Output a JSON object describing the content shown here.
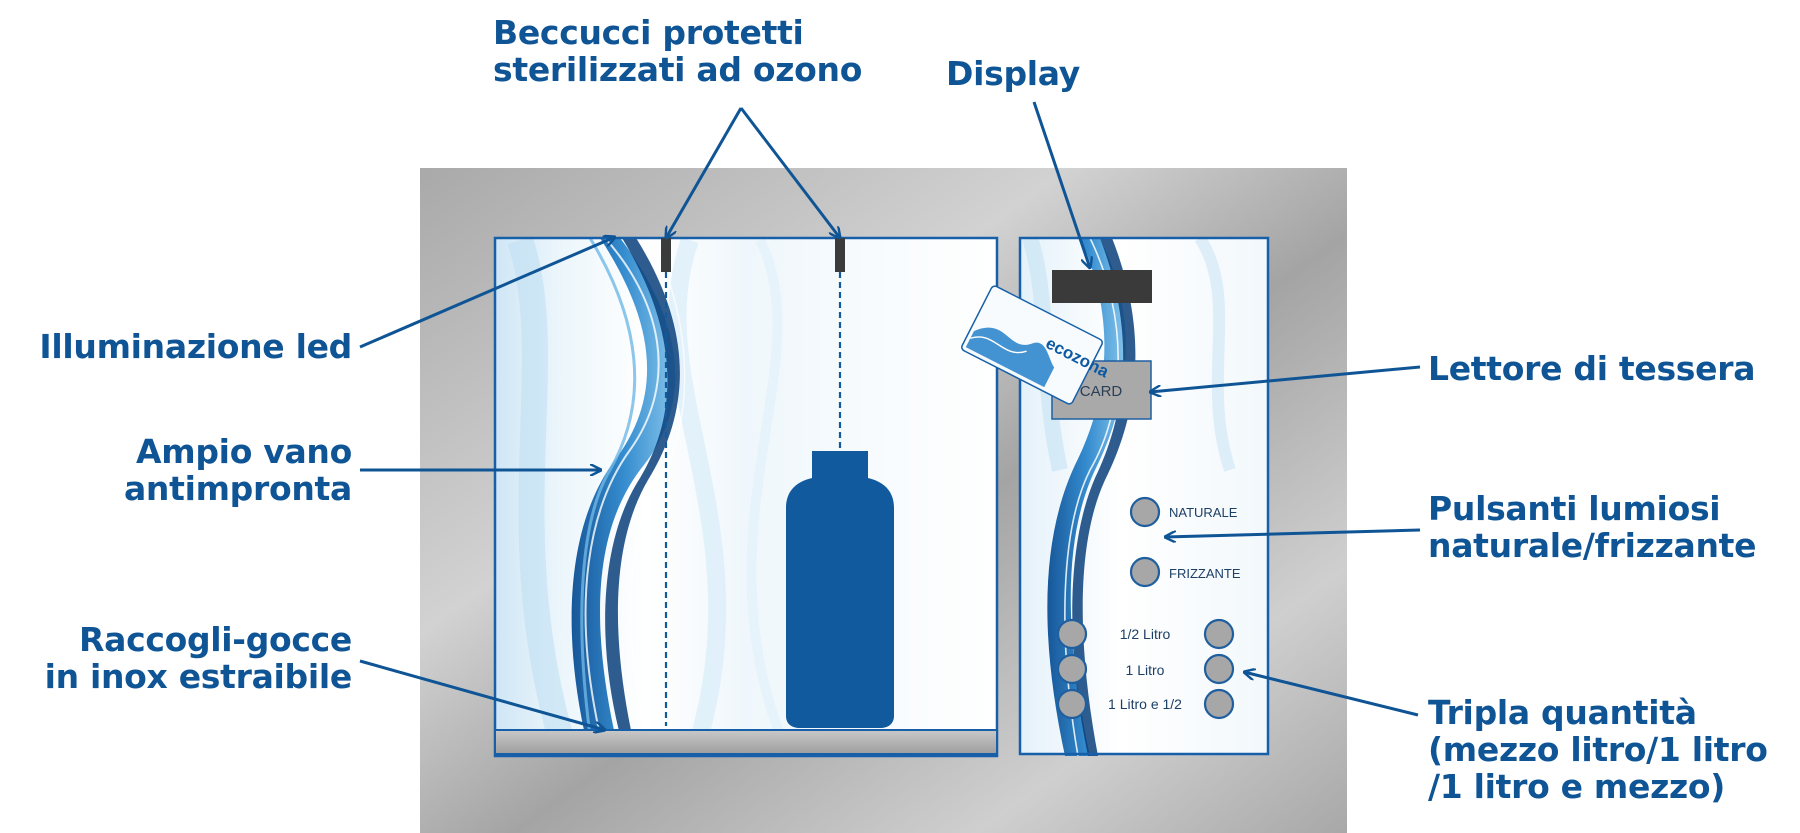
{
  "colors": {
    "label": "#0f5596",
    "arrow": "#0f5596",
    "frame_gray": "#b4b4b4",
    "panel_border": "#175fa8",
    "button_fill": "#a7a7a7",
    "bottle": "#125a9e",
    "display": "#3a3a3a"
  },
  "labels": {
    "nozzles": [
      "Beccucci protetti",
      "sterilizzati ad ozono"
    ],
    "display": "Display",
    "led": "Illuminazione led",
    "compartment": [
      "Ampio vano",
      "antimpronta"
    ],
    "drip_tray": [
      "Raccogli-gocce",
      "in inox estraibile"
    ],
    "card_reader": "Lettore di tessera",
    "buttons": [
      "Pulsanti lumiosi",
      "naturale/frizzante"
    ],
    "quantity": [
      "Tripla quantità",
      "(mezzo litro/1 litro",
      "/1 litro e mezzo)"
    ]
  },
  "panel": {
    "card_slot": "CARD",
    "natural": "NATURALE",
    "sparkling": "FRIZZANTE",
    "half_liter": "1/2 Litro",
    "one_liter": "1 Litro",
    "one_half_liter": "1 Litro e 1/2",
    "card_brand": "ecozona"
  }
}
